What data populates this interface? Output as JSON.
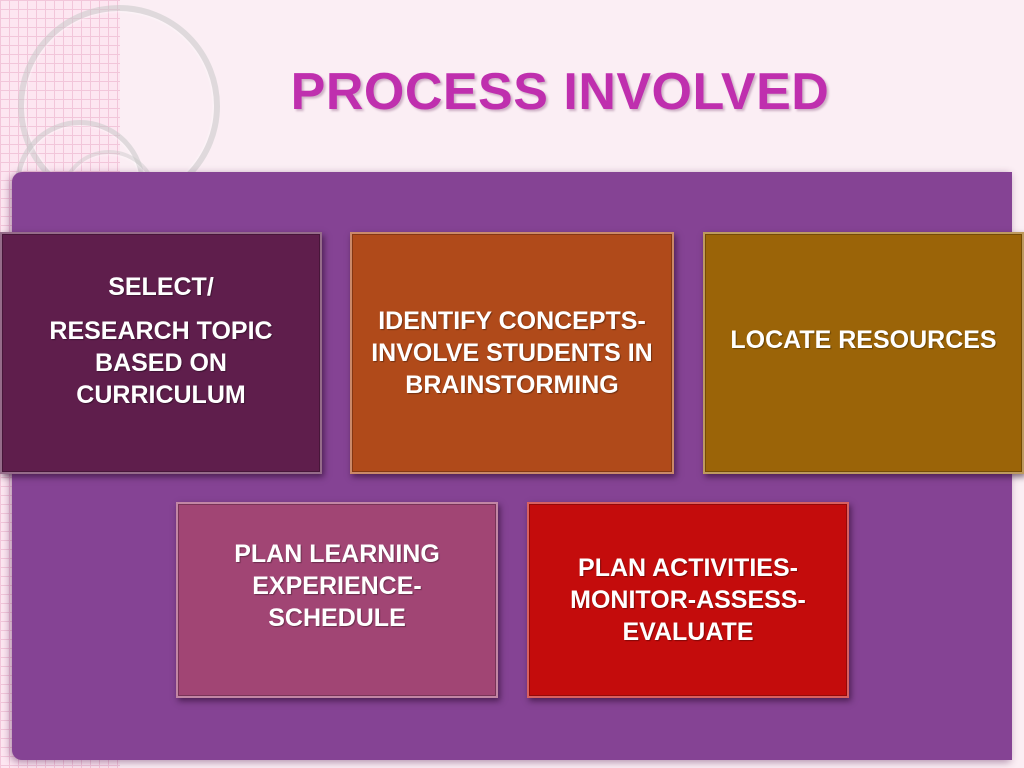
{
  "slide": {
    "title": "PROCESS INVOLVED",
    "boxes": [
      {
        "lines": [
          "SELECT/",
          "RESEARCH TOPIC BASED ON CURRICULUM"
        ],
        "color": "#5f1e4c"
      },
      {
        "lines": [
          "IDENTIFY CONCEPTS-INVOLVE STUDENTS IN BRAINSTORMING"
        ],
        "color": "#b04a1a"
      },
      {
        "lines": [
          "LOCATE RESOURCES"
        ],
        "color": "#9b6408"
      },
      {
        "lines": [
          "PLAN LEARNING EXPERIENCE-SCHEDULE"
        ],
        "color": "#a14574"
      },
      {
        "lines": [
          "PLAN ACTIVITIES-MONITOR-ASSESS-EVALUATE"
        ],
        "color": "#c40c0c"
      }
    ],
    "title_color": "#bf2fae",
    "panel_color": "#854394"
  }
}
